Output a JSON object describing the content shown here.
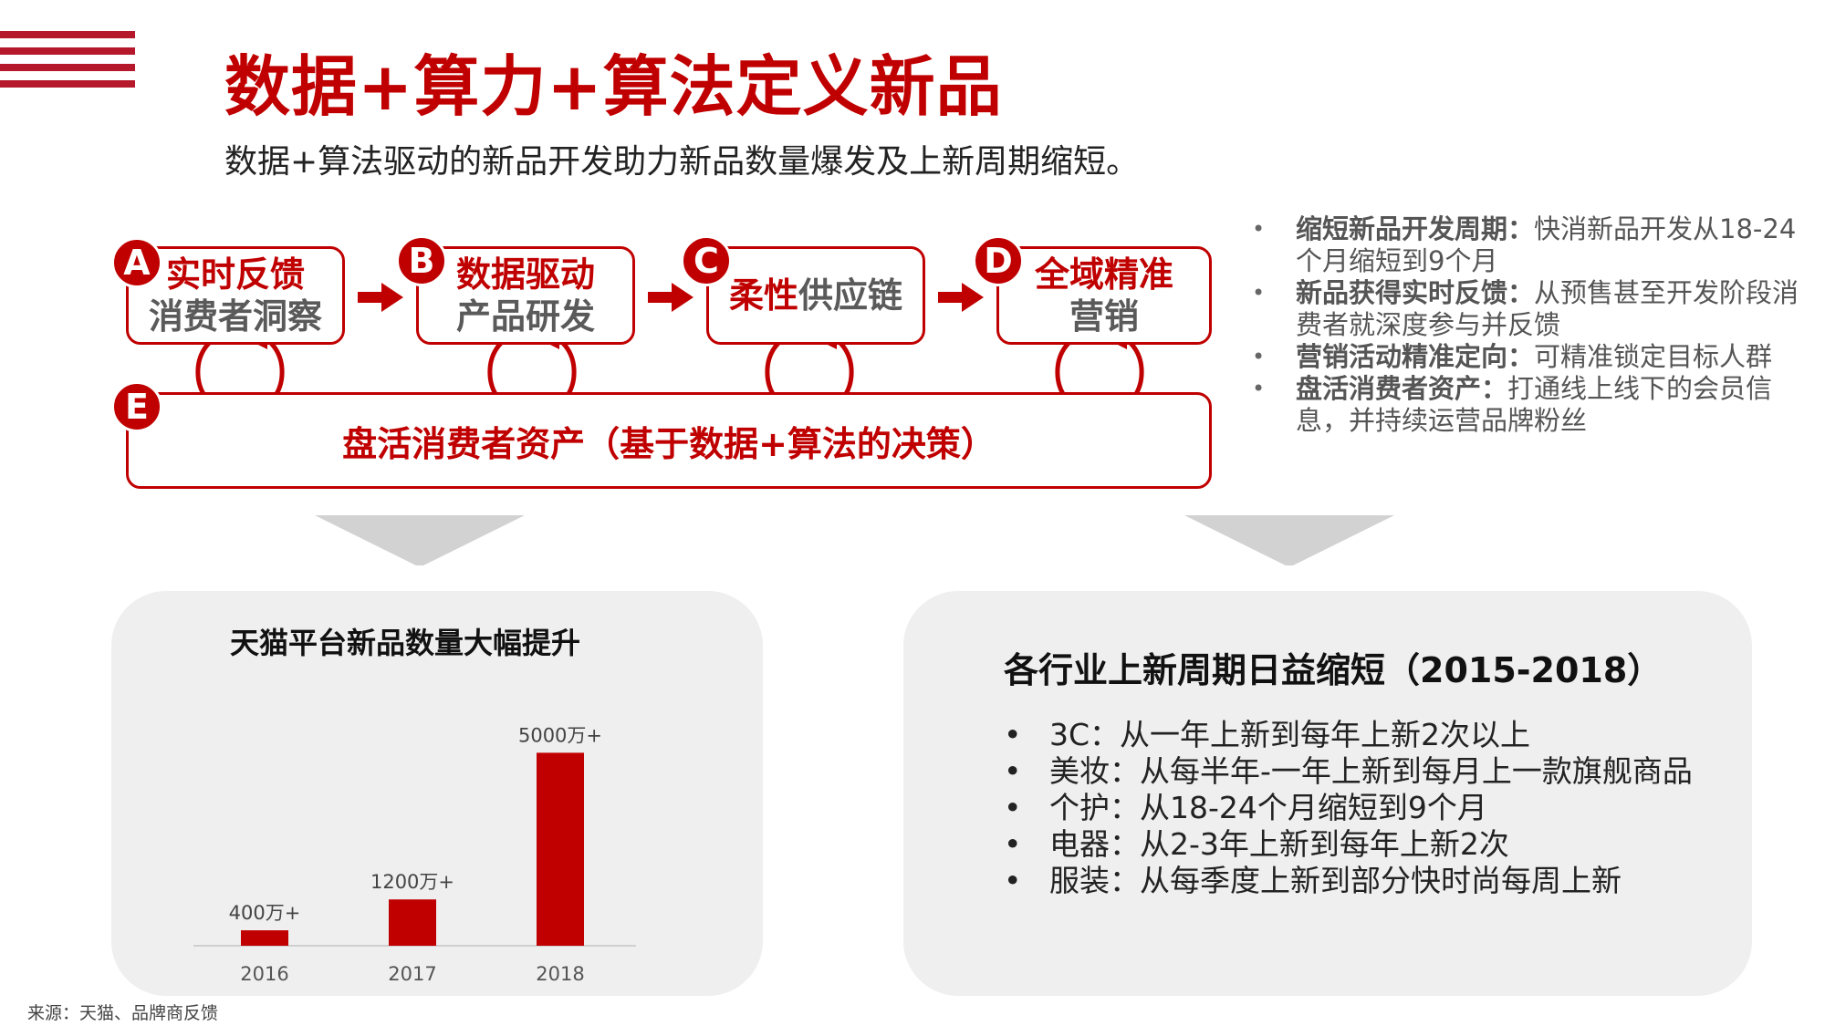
{
  "header": {
    "title": "数据+算力+算法定义新品",
    "subtitle": "数据+算法驱动的新品开发助力新品数量爆发及上新周期缩短。"
  },
  "flow": {
    "a": {
      "badge": "A",
      "line1": "实时反馈",
      "line2": "消费者洞察"
    },
    "b": {
      "badge": "B",
      "line1": "数据驱动",
      "line2": "产品研发"
    },
    "c": {
      "badge": "C",
      "line1a": "柔性",
      "line1b": "供应链"
    },
    "d": {
      "badge": "D",
      "line1": "全域精准",
      "line2": "营销"
    },
    "e": {
      "badge": "E",
      "label": "盘活消费者资产（基于数据+算法的决策）"
    }
  },
  "bullets": [
    {
      "bold": "缩短新品开发周期：",
      "text": "快消新品开发从18-24个月缩短到9个月"
    },
    {
      "bold": "新品获得实时反馈：",
      "text": "从预售甚至开发阶段消费者就深度参与并反馈"
    },
    {
      "bold": "营销活动精准定向：",
      "text": "可精准锁定目标人群"
    },
    {
      "bold": "盘活消费者资产：",
      "text": "打通线上线下的会员信息，并持续运营品牌粉丝"
    }
  ],
  "left_panel": {
    "title": "天猫平台新品数量大幅提升"
  },
  "chart_data": {
    "type": "bar",
    "title": "天猫平台新品数量大幅提升",
    "categories": [
      "2016",
      "2017",
      "2018"
    ],
    "values": [
      400,
      1200,
      5000
    ],
    "data_labels": [
      "400万+",
      "1200万+",
      "5000万+"
    ],
    "color": "#c00000",
    "ylim": [
      0,
      5600
    ],
    "grid": false
  },
  "right_panel": {
    "title": "各行业上新周期日益缩短（2015-2018）",
    "items": [
      "3C：从一年上新到每年上新2次以上",
      "美妆：从每半年-一年上新到每月上一款旗舰商品",
      "个护：从18-24个月缩短到9个月",
      "电器：从2-3年上新到每年上新2次",
      "服装：从每季度上新到部分快时尚每周上新"
    ]
  },
  "footer": {
    "source": "来源：天猫、品牌商反馈"
  },
  "colors": {
    "accent": "#c00000",
    "panel": "#efefef",
    "stripe": "#b5182b"
  }
}
